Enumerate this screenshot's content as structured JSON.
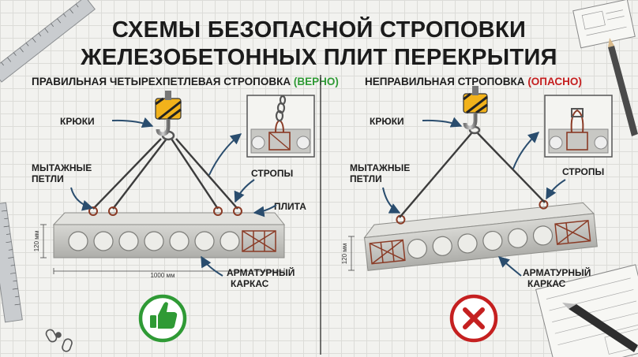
{
  "title_line1": "СХЕМЫ БЕЗОПАСНОЙ СТРОПОВКИ",
  "title_line2": "ЖЕЛЕЗОБЕТОННЫХ ПЛИТ ПЕРЕКРЫТИЯ",
  "left": {
    "heading": "ПРАВИЛЬНАЯ ЧЕТЫРЕХПЕТЛЕВАЯ СТРОПОВКА",
    "verdict": "(ВЕРНО)",
    "hooks": "КРЮКИ",
    "loops_line1": "МЫТАЖНЫЕ",
    "loops_line2": "ПЕТЛИ",
    "slings": "СТРОПЫ",
    "slab": "ПЛИТА",
    "rebar_line1": "АРМАТУРНЫЙ",
    "rebar_line2": "КАРКАС",
    "height_dim": "120 мм",
    "width_dim": "1000 мм",
    "verdict_icon": "thumbs-up-icon",
    "verdict_color": "#2f9a35"
  },
  "right": {
    "heading": "НЕПРАВИЛЬНАЯ СТРОПОВКА",
    "verdict": "(ОПАСНО)",
    "hooks": "КРЮКИ",
    "loops_line1": "МЫТАЖНЫЕ",
    "loops_line2": "ПЕТЛИ",
    "slings": "СТРОПЫ",
    "rebar_line1": "АРМАТУРНЫЙ",
    "rebar_line2": "КАРКАС",
    "height_dim": "120 мм",
    "verdict_icon": "cross-icon",
    "verdict_color": "#c52020"
  }
}
